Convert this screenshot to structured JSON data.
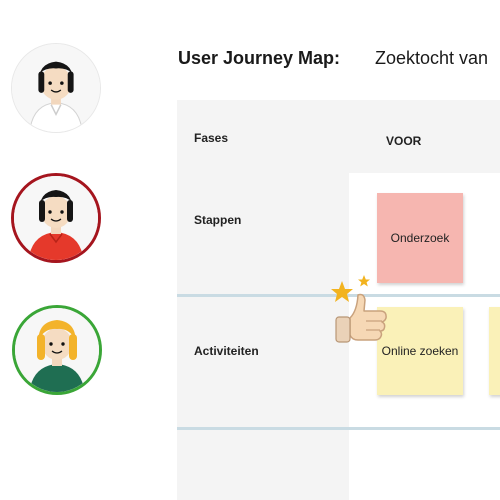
{
  "title": "User Journey Map:",
  "subtitle": "Zoektocht van",
  "board": {
    "rows": {
      "fases": "Fases",
      "stappen": "Stappen",
      "activiteiten": "Activiteiten"
    },
    "phase": "VOOR",
    "stickies": {
      "onderzoek": "Onderzoek",
      "online": "Online zoeken"
    }
  },
  "colors": {
    "sticky_red": "#f6b6b0",
    "sticky_yellow": "#faf1b8",
    "avatar2_border": "#a5151e",
    "avatar3_border": "#3aa637",
    "divider": "#c9dbe3"
  },
  "icons": [
    "avatar-white-shirt",
    "avatar-red-shirt",
    "avatar-blonde-green",
    "thumbs-up-icon",
    "star-icon"
  ]
}
